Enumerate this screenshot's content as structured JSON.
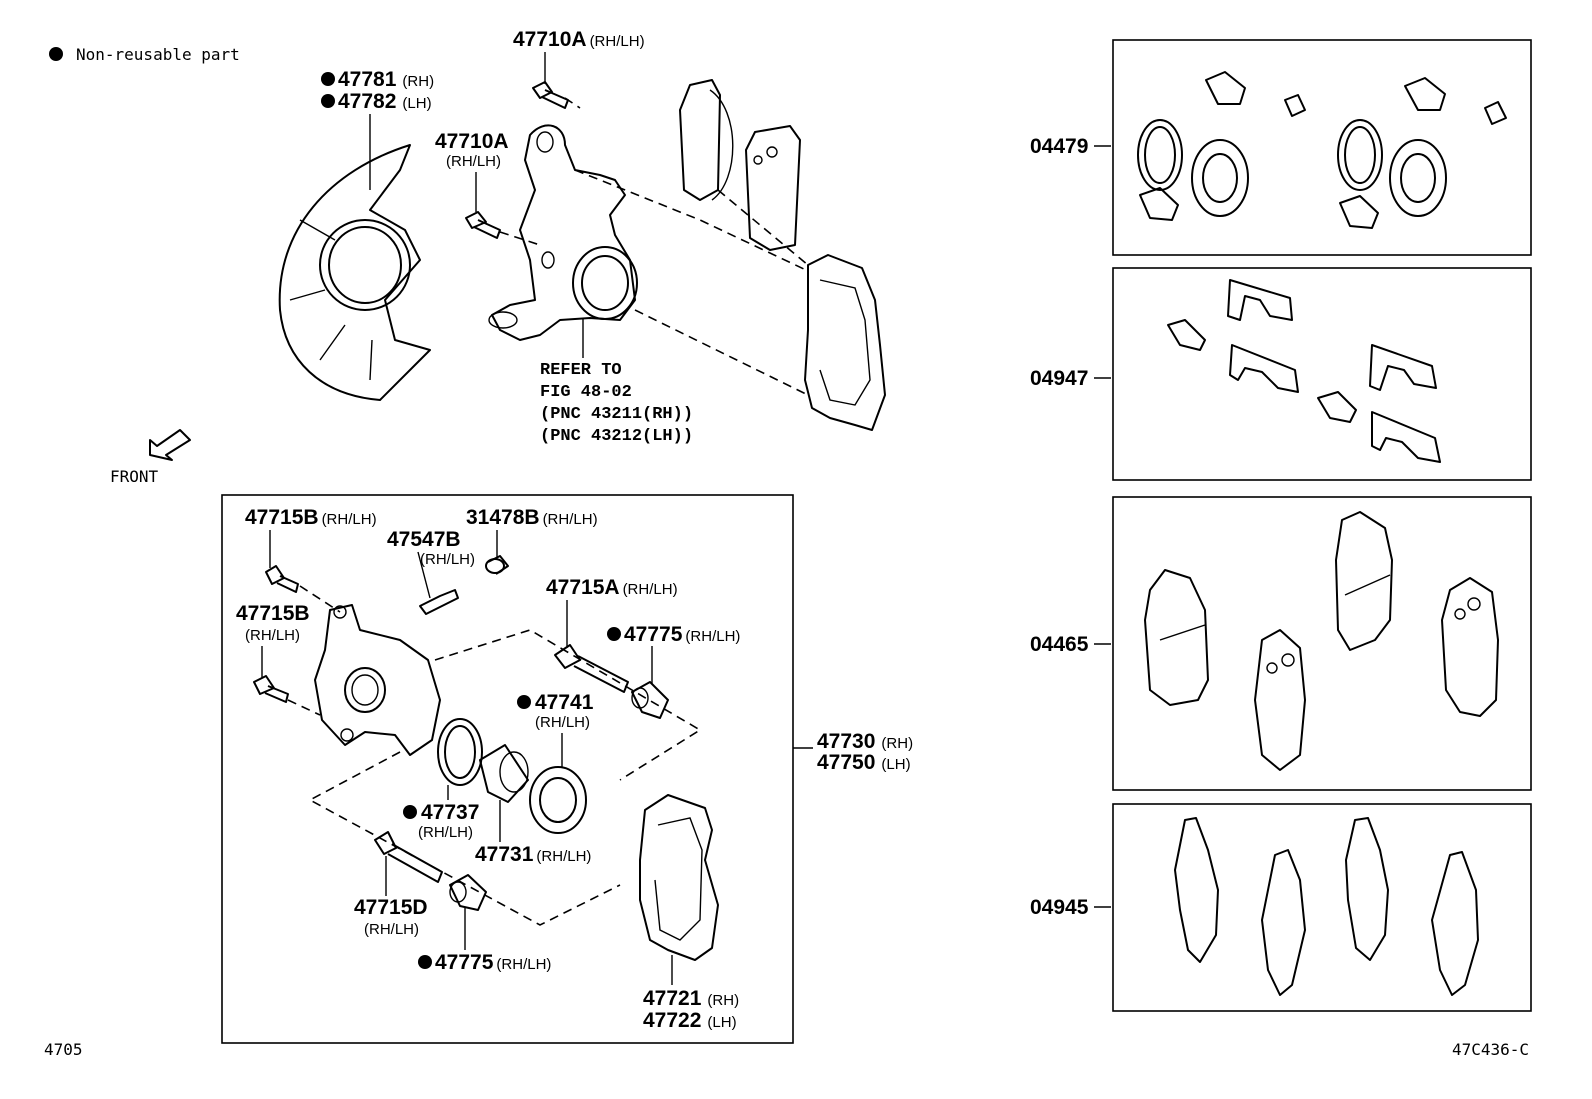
{
  "legend": {
    "bullet": "●",
    "text": "Non-reusable part"
  },
  "front_label": "FRONT",
  "refer_note": [
    "REFER TO",
    "FIG 48-02",
    "(PNC 43211(RH))",
    "(PNC 43212(LH))"
  ],
  "parts": {
    "p47781": {
      "num": "47781",
      "side": "(RH)",
      "non_reusable": true
    },
    "p47782": {
      "num": "47782",
      "side": "(LH)",
      "non_reusable": true
    },
    "p47710A_top": {
      "num": "47710A",
      "side": "(RH/LH)"
    },
    "p47710A_mid": {
      "num": "47710A",
      "side": "(RH/LH)"
    },
    "p47715B_1": {
      "num": "47715B",
      "side": "(RH/LH)"
    },
    "p31478B": {
      "num": "31478B",
      "side": "(RH/LH)"
    },
    "p47547B": {
      "num": "47547B",
      "side": "(RH/LH)"
    },
    "p47715B_2": {
      "num": "47715B",
      "side": "(RH/LH)"
    },
    "p47715A": {
      "num": "47715A",
      "side": "(RH/LH)"
    },
    "p47775_top": {
      "num": "47775",
      "side": "(RH/LH)",
      "non_reusable": true
    },
    "p47741": {
      "num": "47741",
      "side": "(RH/LH)",
      "non_reusable": true
    },
    "p47730": {
      "num": "47730",
      "side": "(RH)"
    },
    "p47750": {
      "num": "47750",
      "side": "(LH)"
    },
    "p47737": {
      "num": "47737",
      "side": "(RH/LH)",
      "non_reusable": true
    },
    "p47731": {
      "num": "47731",
      "side": "(RH/LH)"
    },
    "p47715D": {
      "num": "47715D",
      "side": "(RH/LH)"
    },
    "p47775_bot": {
      "num": "47775",
      "side": "(RH/LH)",
      "non_reusable": true
    },
    "p47721": {
      "num": "47721",
      "side": "(RH)"
    },
    "p47722": {
      "num": "47722",
      "side": "(LH)"
    }
  },
  "kits": [
    {
      "num": "04479"
    },
    {
      "num": "04947"
    },
    {
      "num": "04465"
    },
    {
      "num": "04945"
    }
  ],
  "footer": {
    "group_code": "4705",
    "figure_code": "47C436-C"
  }
}
